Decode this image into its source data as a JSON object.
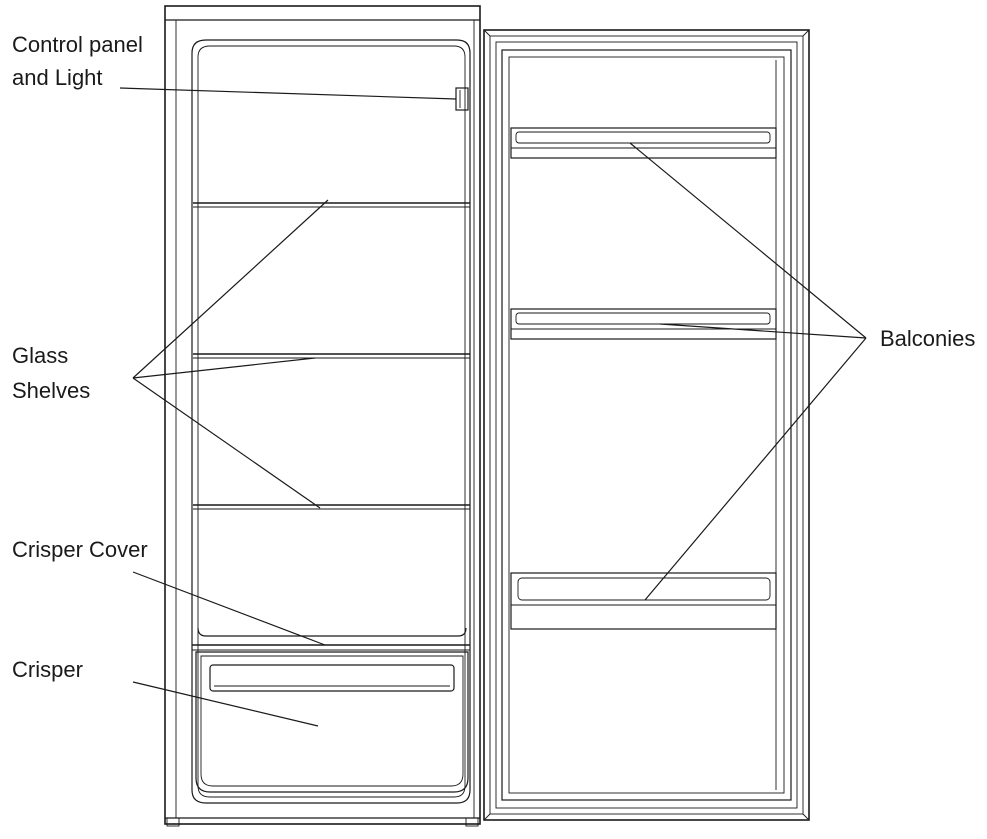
{
  "labels": {
    "control_panel_line1": "Control panel",
    "control_panel_line2": "and Light",
    "glass_line1": "Glass",
    "glass_line2": "Shelves",
    "crisper_cover": "Crisper Cover",
    "crisper": "Crisper",
    "balconies": "Balconies"
  }
}
